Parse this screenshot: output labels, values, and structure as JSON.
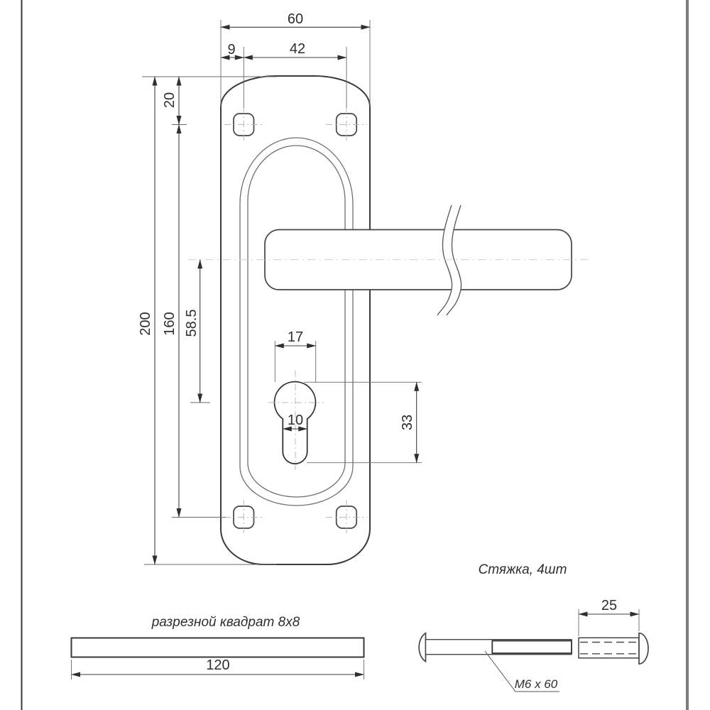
{
  "drawing": {
    "dimensions": {
      "plate_width": "60",
      "hole_edge_offset": "9",
      "hole_spacing_horizontal": "42",
      "hole_top_offset": "20",
      "plate_height": "200",
      "hole_spacing_vertical": "160",
      "handle_to_keyhole": "58.5",
      "keyhole_diameter": "17",
      "keyhole_slot_width": "10",
      "keyhole_length": "33",
      "sleeve_length": "25",
      "rod_length": "120"
    },
    "labels": {
      "tie_note": "Стяжка, 4шт",
      "rod_note": "разрезной квадрат 8x8",
      "screw_note": "М6 x 60"
    },
    "colors": {
      "outline": "#3a3a3a",
      "dimension": "#3c3c3c",
      "centerline": "#b8b8b8",
      "border_left": "#3a3a3a",
      "border_right": "#7d7d7d",
      "background": "#ffffff"
    }
  }
}
